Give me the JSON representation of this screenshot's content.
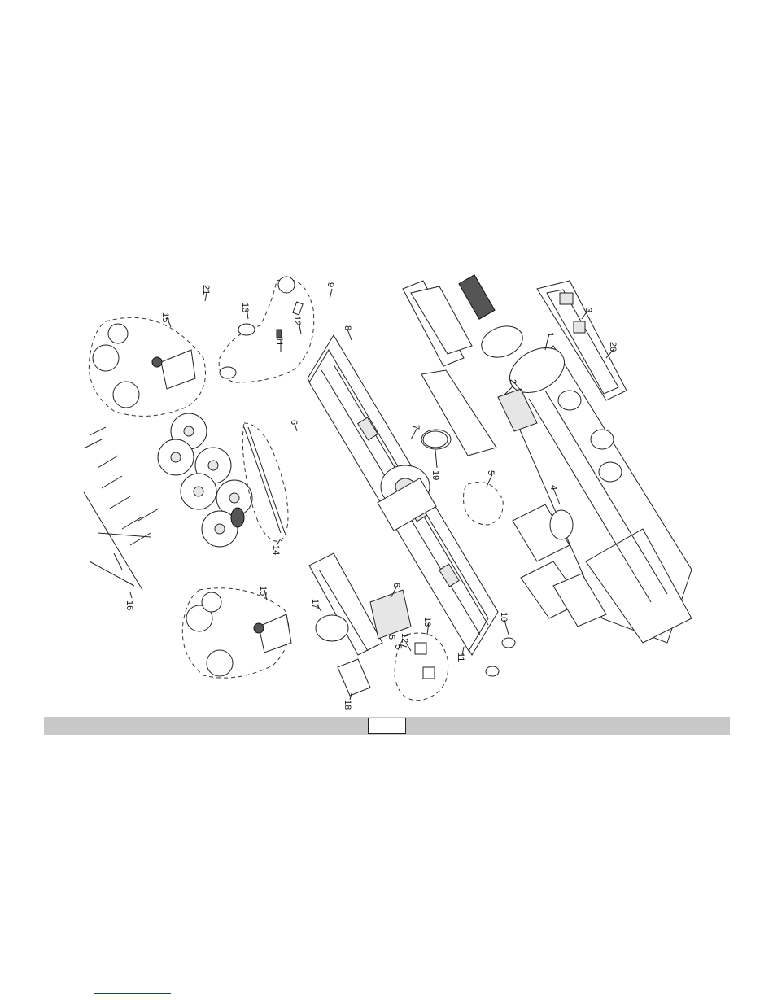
{
  "diagram": {
    "labels": [
      "1",
      "2",
      "3",
      "4",
      "5",
      "5",
      "5",
      "6",
      "6",
      "7",
      "8",
      "9",
      "10",
      "11",
      "11",
      "12",
      "12",
      "13",
      "13",
      "14",
      "15",
      "15",
      "16",
      "17",
      "18",
      "19",
      "20",
      "21"
    ]
  },
  "footer": {
    "page_number": ""
  },
  "colors": {
    "bar": "#c8c8c8",
    "ink": "#222222",
    "footnote_rule": "#1d3aa0"
  }
}
